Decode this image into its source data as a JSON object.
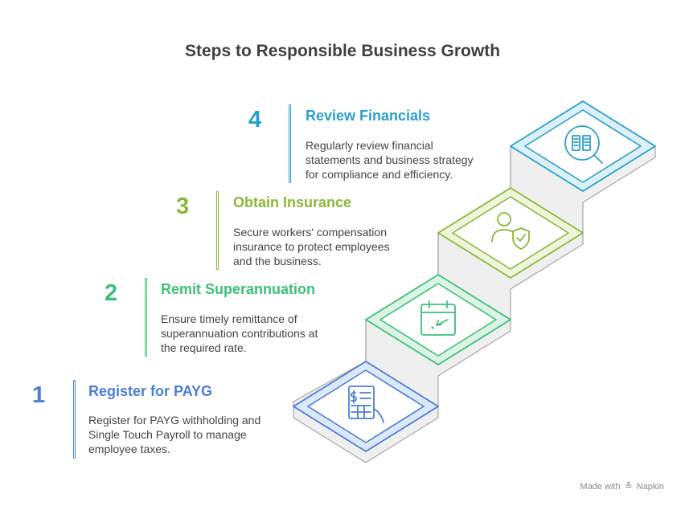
{
  "title": "Steps to Responsible Business Growth",
  "steps": [
    {
      "number": "1",
      "title": "Register for PAYG",
      "lines": [
        "Register for PAYG withholding and",
        "Single Touch Payroll to manage",
        "employee taxes."
      ],
      "color": "#4a7fd4",
      "icon": "payroll-calculator-icon"
    },
    {
      "number": "2",
      "title": "Remit Superannuation",
      "lines": [
        "Ensure timely remittance of",
        "superannuation contributions at",
        "the required rate."
      ],
      "color": "#3cc07a",
      "icon": "calendar-arrow-icon"
    },
    {
      "number": "3",
      "title": "Obtain Insurance",
      "lines": [
        "Secure workers' compensation",
        "insurance to protect employees",
        "and the business."
      ],
      "color": "#8ab83a",
      "icon": "user-shield-icon"
    },
    {
      "number": "4",
      "title": "Review Financials",
      "lines": [
        "Regularly review financial",
        "statements and business strategy",
        "for compliance and efficiency."
      ],
      "color": "#28a0cc",
      "icon": "document-search-icon"
    }
  ],
  "footer": {
    "prefix": "Made with",
    "brand": "Napkin"
  }
}
